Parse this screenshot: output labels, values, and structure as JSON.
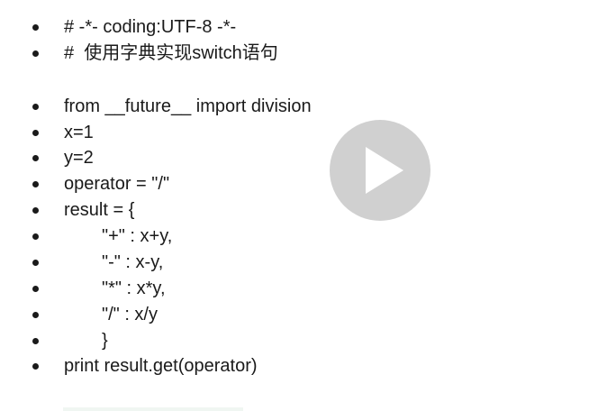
{
  "slide": {
    "lines": [
      {
        "text": "# -*- coding:UTF-8 -*-",
        "indent": false
      },
      {
        "text": "#  使用字典实现switch语句",
        "indent": false
      },
      {
        "text": "from __future__ import division",
        "indent": false
      },
      {
        "text": "x=1",
        "indent": false
      },
      {
        "text": "y=2",
        "indent": false
      },
      {
        "text": "operator = \"/\"",
        "indent": false
      },
      {
        "text": "result = {",
        "indent": false
      },
      {
        "text": "\"+\" : x+y,",
        "indent": true
      },
      {
        "text": "\"-\" : x-y,",
        "indent": true
      },
      {
        "text": "\"*\" : x*y,",
        "indent": true
      },
      {
        "text": "\"/\" : x/y",
        "indent": true
      },
      {
        "text": "}",
        "indent": true
      },
      {
        "text": "print result.get(operator)",
        "indent": false
      }
    ]
  },
  "player": {
    "play_icon": "play-icon",
    "button_color": "#c8c8c8"
  }
}
